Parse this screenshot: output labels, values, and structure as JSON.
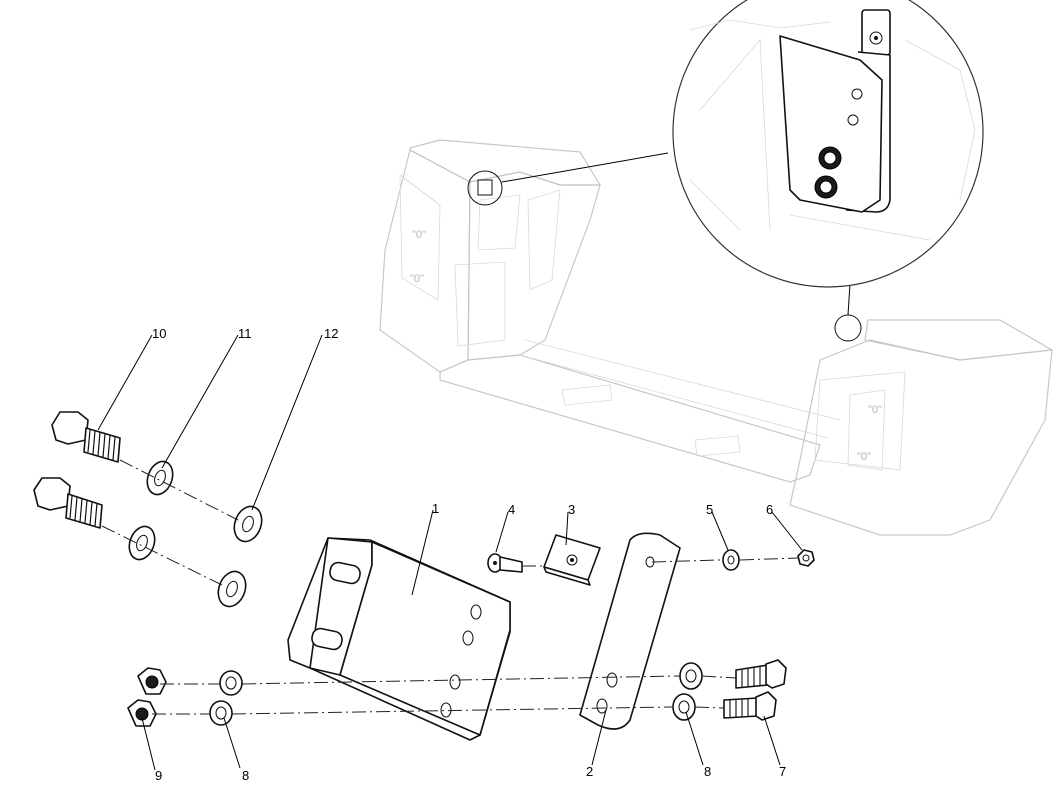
{
  "callouts": {
    "c1": "1",
    "c2": "2",
    "c3": "3",
    "c4": "4",
    "c5": "5",
    "c6": "6",
    "c7": "7",
    "c8a": "8",
    "c8b": "8",
    "c9": "9",
    "c10": "10",
    "c11": "11",
    "c12": "12"
  },
  "frame_marks": {
    "left_upper": "\"0\"",
    "left_lower": "\"0\"",
    "right_upper": "\"0\"",
    "right_lower": "\"0\""
  }
}
